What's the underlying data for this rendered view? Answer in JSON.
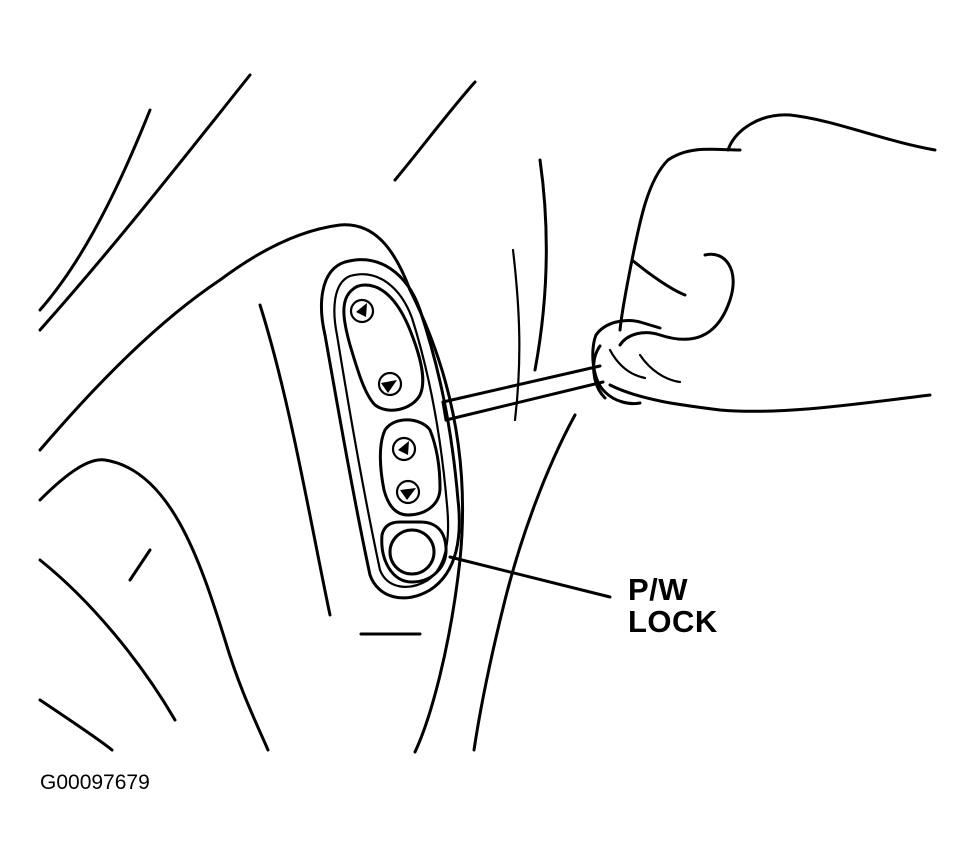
{
  "callout": {
    "line1": "P/W",
    "line2": "LOCK"
  },
  "figure_id": "G00097679"
}
